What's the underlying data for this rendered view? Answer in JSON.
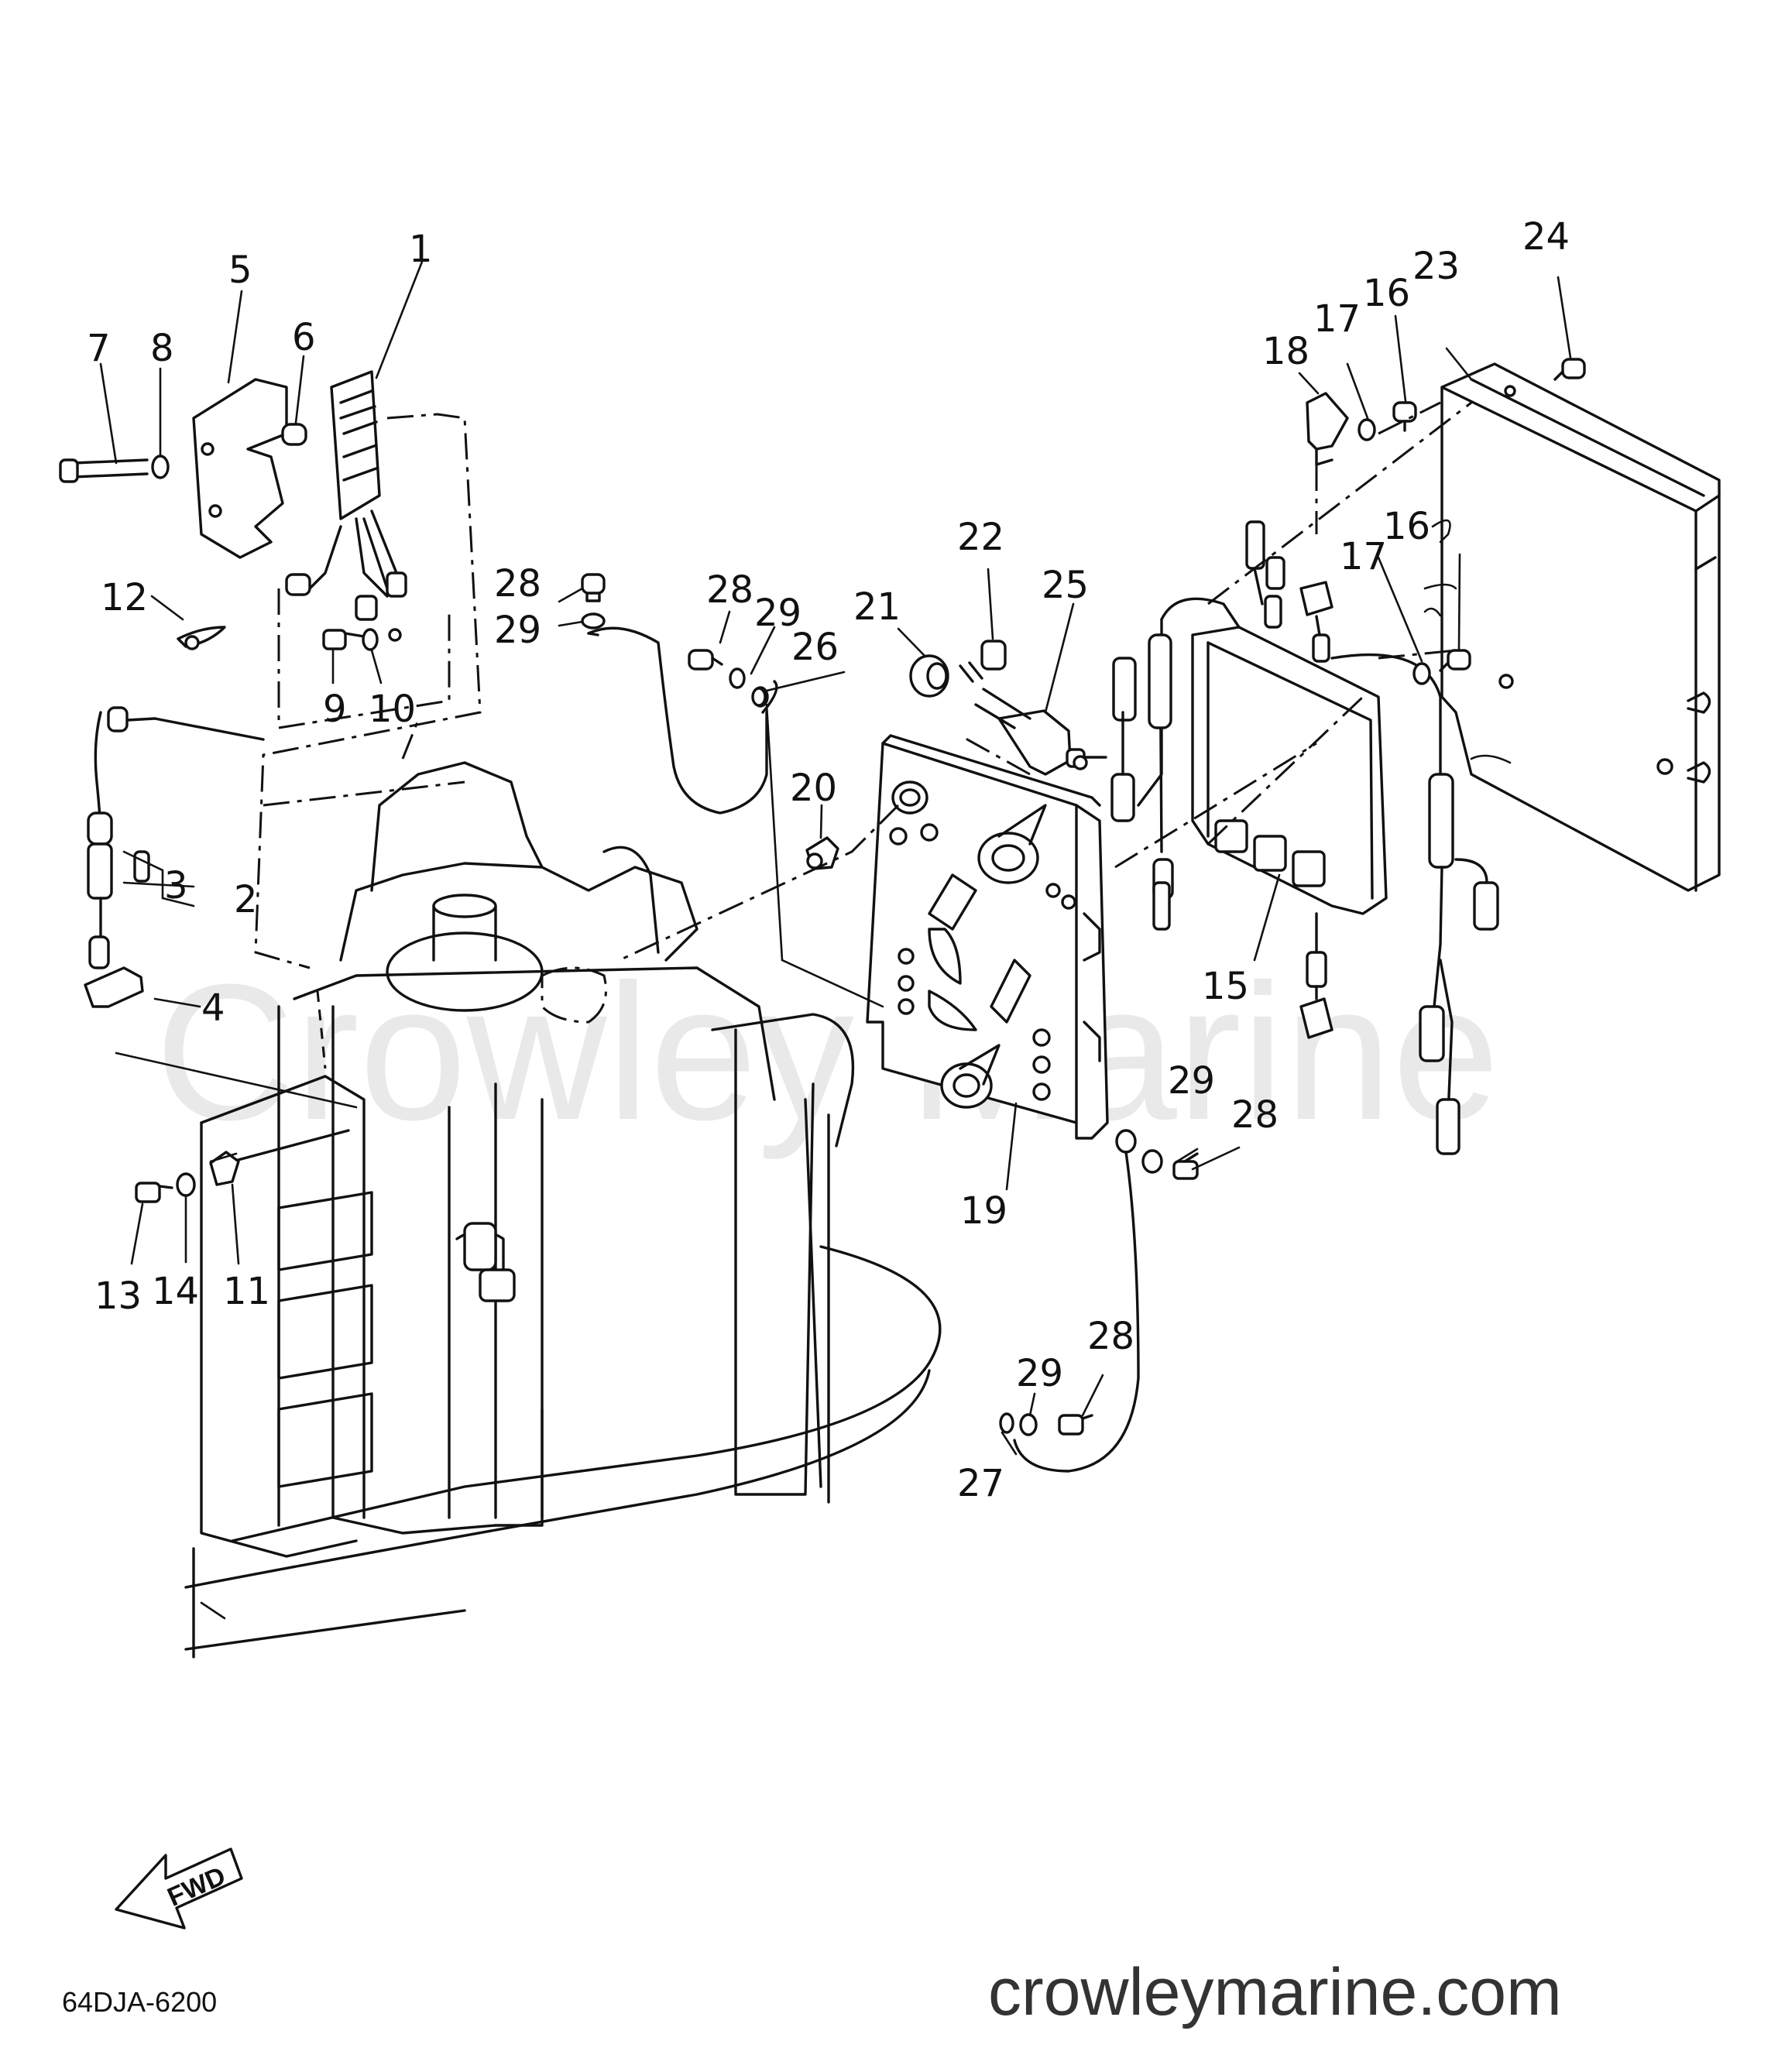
{
  "watermark": "Crowley Marine",
  "website": "crowleymarine.com",
  "diagram_code": "64DJA-6200",
  "direction_arrow": "FWD",
  "callouts": [
    {
      "id": "c1",
      "text": "1"
    },
    {
      "id": "c2",
      "text": "2"
    },
    {
      "id": "c3",
      "text": "3"
    },
    {
      "id": "c4",
      "text": "4"
    },
    {
      "id": "c5",
      "text": "5"
    },
    {
      "id": "c6",
      "text": "6"
    },
    {
      "id": "c7",
      "text": "7"
    },
    {
      "id": "c8",
      "text": "8"
    },
    {
      "id": "c9",
      "text": "9"
    },
    {
      "id": "c10",
      "text": "10"
    },
    {
      "id": "c11",
      "text": "11"
    },
    {
      "id": "c12",
      "text": "12"
    },
    {
      "id": "c13",
      "text": "13"
    },
    {
      "id": "c14",
      "text": "14"
    },
    {
      "id": "c15",
      "text": "15"
    },
    {
      "id": "c16a",
      "text": "16"
    },
    {
      "id": "c16b",
      "text": "16"
    },
    {
      "id": "c17a",
      "text": "17"
    },
    {
      "id": "c17b",
      "text": "17"
    },
    {
      "id": "c18",
      "text": "18"
    },
    {
      "id": "c19",
      "text": "19"
    },
    {
      "id": "c20",
      "text": "20"
    },
    {
      "id": "c21",
      "text": "21"
    },
    {
      "id": "c22",
      "text": "22"
    },
    {
      "id": "c23",
      "text": "23"
    },
    {
      "id": "c24",
      "text": "24"
    },
    {
      "id": "c25",
      "text": "25"
    },
    {
      "id": "c26",
      "text": "26"
    },
    {
      "id": "c27",
      "text": "27"
    },
    {
      "id": "c28a",
      "text": "28"
    },
    {
      "id": "c28b",
      "text": "28"
    },
    {
      "id": "c28c",
      "text": "28"
    },
    {
      "id": "c28d",
      "text": "28"
    },
    {
      "id": "c29a",
      "text": "29"
    },
    {
      "id": "c29b",
      "text": "29"
    },
    {
      "id": "c29c",
      "text": "29"
    },
    {
      "id": "c29d",
      "text": "29"
    }
  ]
}
